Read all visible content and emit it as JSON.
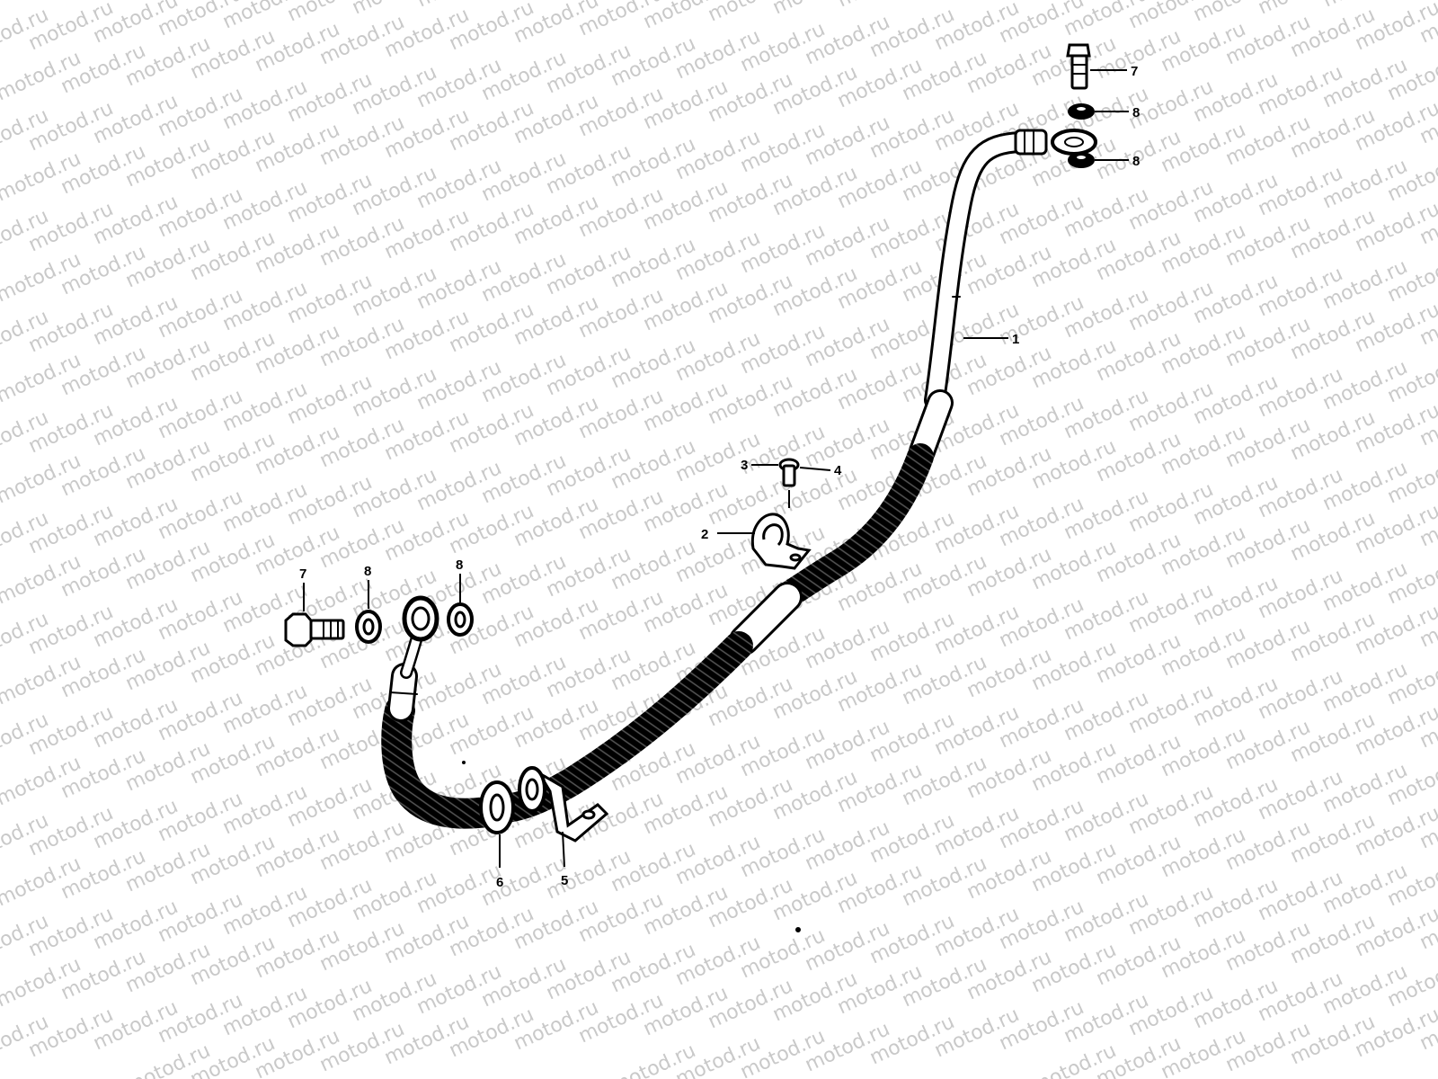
{
  "watermark": {
    "text": "motod.ru",
    "color": "#c9c9c9"
  },
  "diagram": {
    "line_color": "#000000",
    "background": "#ffffff",
    "callouts": [
      {
        "id": "c1",
        "label": "1"
      },
      {
        "id": "c2",
        "label": "2"
      },
      {
        "id": "c3",
        "label": "3"
      },
      {
        "id": "c4",
        "label": "4"
      },
      {
        "id": "c5",
        "label": "5"
      },
      {
        "id": "c6",
        "label": "6"
      },
      {
        "id": "c7a",
        "label": "7"
      },
      {
        "id": "c7b",
        "label": "7"
      },
      {
        "id": "c8a",
        "label": "8"
      },
      {
        "id": "c8b",
        "label": "8"
      },
      {
        "id": "c8c",
        "label": "8"
      },
      {
        "id": "c8d",
        "label": "8"
      }
    ],
    "parts": [
      {
        "name": "brake-hose",
        "callout": "1"
      },
      {
        "name": "hose-clamp",
        "callout": "2"
      },
      {
        "name": "clamp-screw",
        "callout": "3"
      },
      {
        "name": "screw-washer",
        "callout": "4"
      },
      {
        "name": "hose-bracket",
        "callout": "5"
      },
      {
        "name": "grommet",
        "callout": "6"
      },
      {
        "name": "union-bolt",
        "callout": "7"
      },
      {
        "name": "gasket",
        "callout": "8"
      }
    ]
  }
}
